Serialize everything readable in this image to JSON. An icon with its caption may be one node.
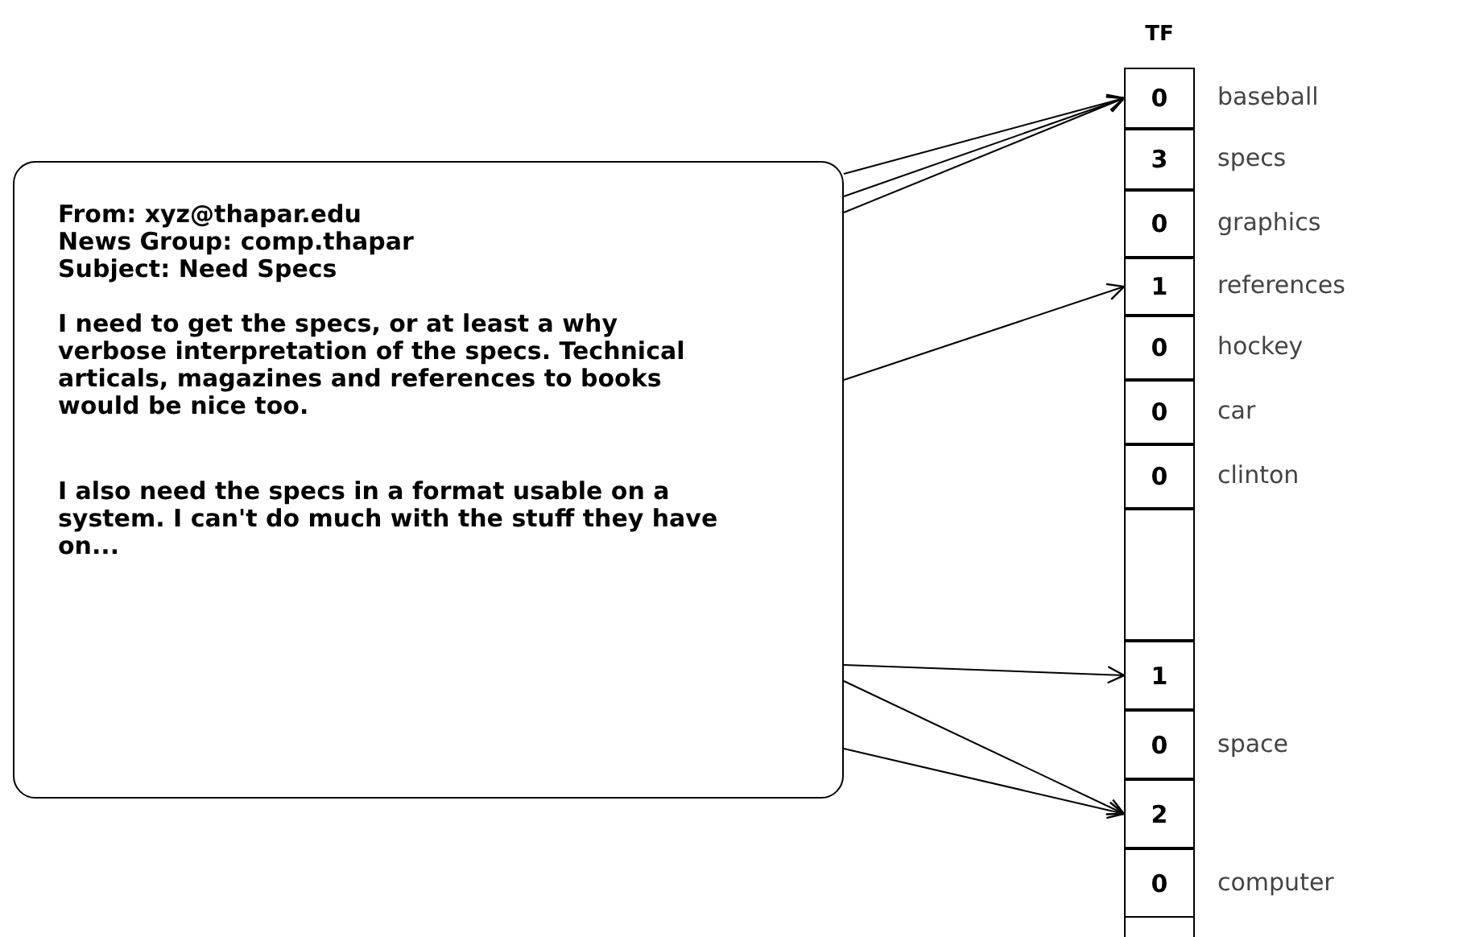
{
  "diagram": {
    "nodes": [
      {
        "text": [
          "From: xyz@thapar.edu",
          "News Group: comp.thapar",
          "Subject: Need Specs",
          "I need to get the specs, or at least a why verbose interpretation of the specs. Technical articals, magazines and references to books would be nice too.",
          "I also need the specs in a format usable on a system. I can't do much with the stuff they have on..."
        ]
      },
      {
        "text": [
          "TF"
        ]
      },
      {
        "text": [
          "0"
        ],
        "in": 1,
        "beside": [
          "baseball"
        ]
      },
      {
        "text": [
          "3"
        ],
        "in": 1,
        "beside": [
          "specs"
        ]
      },
      {
        "text": [
          "0"
        ],
        "in": 1,
        "beside": [
          "graphics"
        ]
      },
      {
        "text": [
          "1"
        ],
        "in": 1,
        "beside": [
          "references"
        ]
      },
      {
        "text": [
          "0"
        ],
        "in": 1,
        "beside": [
          "hockey"
        ]
      },
      {
        "text": [
          "0"
        ],
        "in": 1,
        "beside": [
          "car"
        ]
      },
      {
        "text": [
          "0"
        ],
        "in": 1,
        "beside": [
          "clinton"
        ]
      },
      {
        "text": [],
        "shape": "box",
        "in": 1
      },
      {
        "text": [
          "1"
        ],
        "in": 1
      },
      {
        "text": [
          "0"
        ],
        "in": 1,
        "beside": [
          "space"
        ]
      },
      {
        "text": [
          "2"
        ],
        "in": 1
      },
      {
        "text": [
          "0"
        ],
        "in": 1,
        "beside": [
          "computer"
        ]
      }
    ],
    "edges": [
      {
        "from": 0,
        "to": 2,
        "arrow": "to"
      },
      {
        "from": 0,
        "to": 2,
        "arrow": "to"
      },
      {
        "from": 0,
        "to": 2,
        "arrow": "to"
      },
      {
        "from": 0,
        "to": 5,
        "arrow": "to"
      },
      {
        "from": 0,
        "to": 10,
        "arrow": "to"
      },
      {
        "from": 0,
        "to": 12,
        "arrow": "to"
      },
      {
        "from": 0,
        "to": 12,
        "arrow": "to"
      }
    ]
  }
}
